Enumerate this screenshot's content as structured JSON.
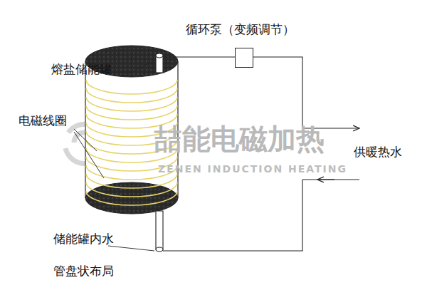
{
  "diagram": {
    "nodes": [
      {
        "text": [
          "循环泵（变频调节）"
        ]
      }
    ],
    "labels": [
      "熔盐储能罐",
      "电磁线圈",
      "供暖热水",
      "储能罐内水",
      "管盘状布局",
      "喆能电磁加热",
      "ZENEN INDUCTION HEATING"
    ]
  }
}
